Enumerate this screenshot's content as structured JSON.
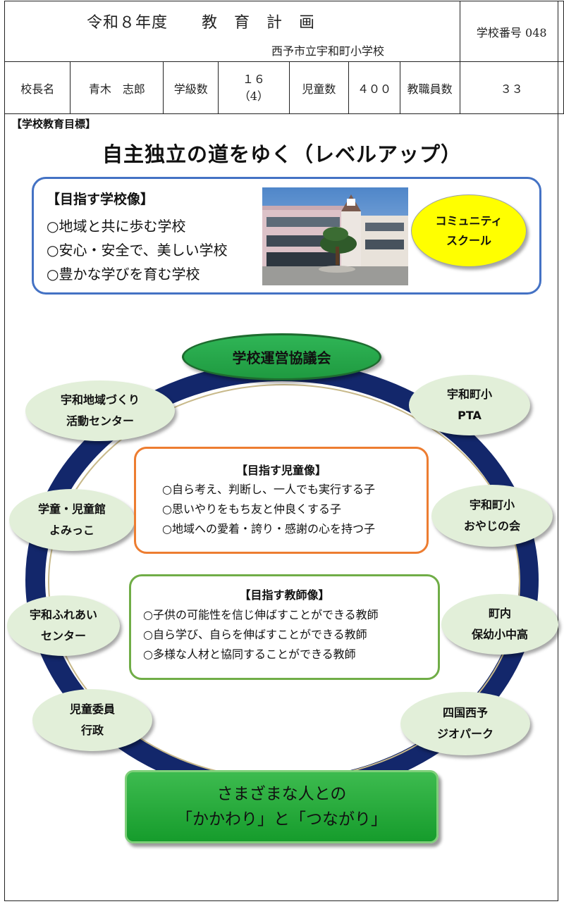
{
  "header": {
    "title_part1": "令和８年度",
    "title_part2": "教　育　計　画",
    "school_name": "西予市立宇和町小学校",
    "school_number_label": "学校番号",
    "school_number": "048",
    "principal_label": "校長名",
    "principal_name": "青木　志郎",
    "classes_label": "学級数",
    "classes_value": "１６",
    "classes_sub": "（4）",
    "students_label": "児童数",
    "students_value": "４００",
    "staff_label": "教職員数",
    "staff_value": "３３"
  },
  "goal": {
    "label": "【学校教育目標】",
    "main": "自主独立の道をゆく（レベルアップ）"
  },
  "school_vision": {
    "title": "【目指す学校像】",
    "items": [
      "○地域と共に歩む学校",
      "○安心・安全で、美しい学校",
      "○豊かな学びを育む学校"
    ]
  },
  "community_school": "コミュニティ\nスクール",
  "council": "学校運営協議会",
  "partners": {
    "uwa_community": "宇和地域づくり\n活動センター",
    "pta": "宇和町小\nPTA",
    "gakudo": "学童・児童館\nよみっこ",
    "oyaji": "宇和町小\nおやじの会",
    "fureai": "宇和ふれあい\nセンター",
    "local_schools": "町内\n保幼小中高",
    "child_commissioner": "児童委員\n行政",
    "geopark": "四国西予\nジオパーク"
  },
  "child_vision": {
    "title": "【目指す児童像】",
    "items": [
      "○自ら考え、判断し、一人でも実行する子",
      "○思いやりをもち友と仲良くする子",
      "○地域への愛着・誇り・感謝の心を持つ子"
    ]
  },
  "teacher_vision": {
    "title": "【目指す教師像】",
    "items": [
      "○子供の可能性を信じ伸ばすことができる教師",
      "○自ら学び、自らを伸ばすことができる教師",
      "○多様な人材と協同することができる教師"
    ]
  },
  "connection": {
    "line1": "さまざまな人との",
    "line2": "「かかわり」と「つながり」"
  },
  "colors": {
    "ring": "#13276b",
    "vision_border": "#4472c4",
    "child_border": "#ed7d31",
    "teacher_border": "#70ad47",
    "node_fill": "#e2efd9",
    "council_fill": "#22a845",
    "community_fill": "#ffff00"
  }
}
